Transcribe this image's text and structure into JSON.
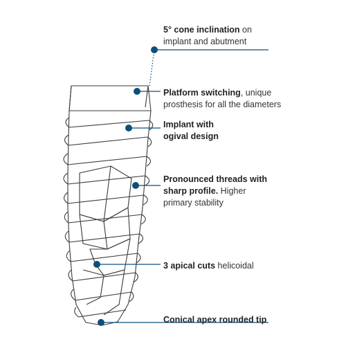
{
  "colors": {
    "marker": "#0d4f7c",
    "line": "#0d4f7c",
    "implant_stroke": "#3a3a3a",
    "implant_fill": "#ffffff"
  },
  "callouts": [
    {
      "bold": "5° cone inclination",
      "rest": " on",
      "line2": "implant and abutment"
    },
    {
      "bold": "Platform switching",
      "rest": ", unique",
      "line2": "prosthesis for all the diameters"
    },
    {
      "bold": "Implant with",
      "rest": "",
      "line2_bold": "ogival design"
    },
    {
      "bold": "Pronounced threads with",
      "line2_bold": "sharp profile.",
      "line2_rest": " Higher",
      "line3": "primary stability"
    },
    {
      "bold": "3 apical cuts",
      "rest": " helicoidal"
    },
    {
      "bold": "Conical apex rounded tip",
      "rest": ""
    }
  ]
}
